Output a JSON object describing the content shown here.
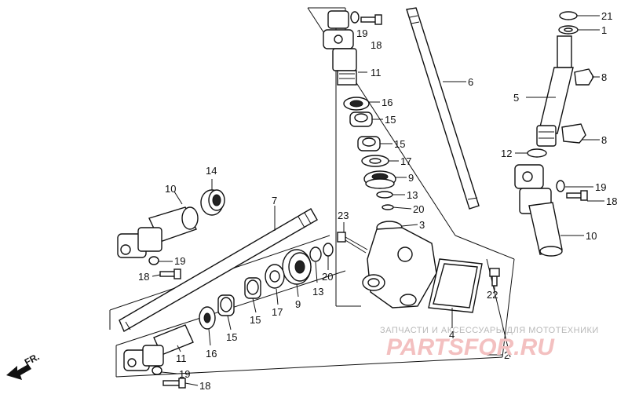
{
  "callouts": [
    {
      "id": "c21",
      "text": "21"
    },
    {
      "id": "c1",
      "text": "1"
    },
    {
      "id": "c8a",
      "text": "8"
    },
    {
      "id": "c5",
      "text": "5"
    },
    {
      "id": "c8b",
      "text": "8"
    },
    {
      "id": "c12",
      "text": "12"
    },
    {
      "id": "c19r",
      "text": "19"
    },
    {
      "id": "c18r",
      "text": "18"
    },
    {
      "id": "c10r",
      "text": "10"
    },
    {
      "id": "c6",
      "text": "6"
    },
    {
      "id": "c19t",
      "text": "19"
    },
    {
      "id": "c18t",
      "text": "18"
    },
    {
      "id": "c11t",
      "text": "11"
    },
    {
      "id": "c16t",
      "text": "16"
    },
    {
      "id": "c15a",
      "text": "15"
    },
    {
      "id": "c15b",
      "text": "15"
    },
    {
      "id": "c17t",
      "text": "17"
    },
    {
      "id": "c9t",
      "text": "9"
    },
    {
      "id": "c13t",
      "text": "13"
    },
    {
      "id": "c20t",
      "text": "20"
    },
    {
      "id": "c3",
      "text": "3"
    },
    {
      "id": "c23",
      "text": "23"
    },
    {
      "id": "c14",
      "text": "14"
    },
    {
      "id": "c10l",
      "text": "10"
    },
    {
      "id": "c7",
      "text": "7"
    },
    {
      "id": "c19l",
      "text": "19"
    },
    {
      "id": "c18l",
      "text": "18"
    },
    {
      "id": "c20b",
      "text": "20"
    },
    {
      "id": "c13b",
      "text": "13"
    },
    {
      "id": "c9b",
      "text": "9"
    },
    {
      "id": "c17b",
      "text": "17"
    },
    {
      "id": "c15c",
      "text": "15"
    },
    {
      "id": "c15d",
      "text": "15"
    },
    {
      "id": "c16b",
      "text": "16"
    },
    {
      "id": "c11b",
      "text": "11"
    },
    {
      "id": "c19b",
      "text": "19"
    },
    {
      "id": "c18b",
      "text": "18"
    },
    {
      "id": "c4",
      "text": "4"
    },
    {
      "id": "c22",
      "text": "22"
    },
    {
      "id": "c2",
      "text": "2"
    }
  ],
  "direction_label": "FR.",
  "watermark": {
    "tagline": "ЗАПЧАСТИ И АКСЕССУАРЫ ДЛЯ МОТОТЕХНИКИ",
    "brand": "PARTSFOR.RU"
  },
  "colors": {
    "line": "#111111",
    "watermark_brand": "#f3c0c0",
    "watermark_text": "#b8b8b8"
  }
}
